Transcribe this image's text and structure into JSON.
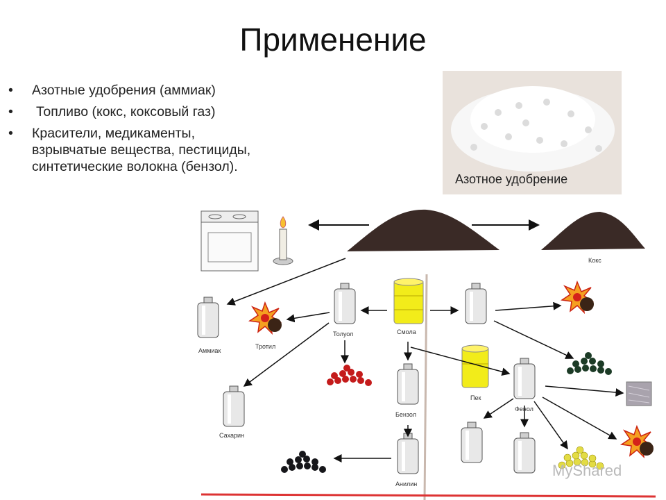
{
  "slide": {
    "title": "Применение",
    "bullets": [
      "Азотные удобрения (аммиак)",
      "Топливо (кокс, коксовый газ)",
      "Красители, медикаменты, взрывчатые вещества, пестициды, синтетические волокна (бензол)."
    ],
    "bullet_marker": "•"
  },
  "photo": {
    "caption": "Азотное удобрение"
  },
  "scheme": {
    "labels": {
      "koks": "Кокс",
      "ammiak": "Аммиак",
      "trotil": "Тротил",
      "toluol": "Толуол",
      "smola": "Смола",
      "saharin": "Сахарин",
      "benzol": "Бензол",
      "anilin": "Анилин",
      "pek": "Пек",
      "fenol": "Фенол"
    }
  },
  "watermark": "MyShared",
  "colors": {
    "coal": "#3a2a26",
    "barrel": "#f2ec1a",
    "red_dye": "#c41b1b",
    "green_dye": "#1c3b26",
    "yellow_dye": "#e3dc44"
  }
}
